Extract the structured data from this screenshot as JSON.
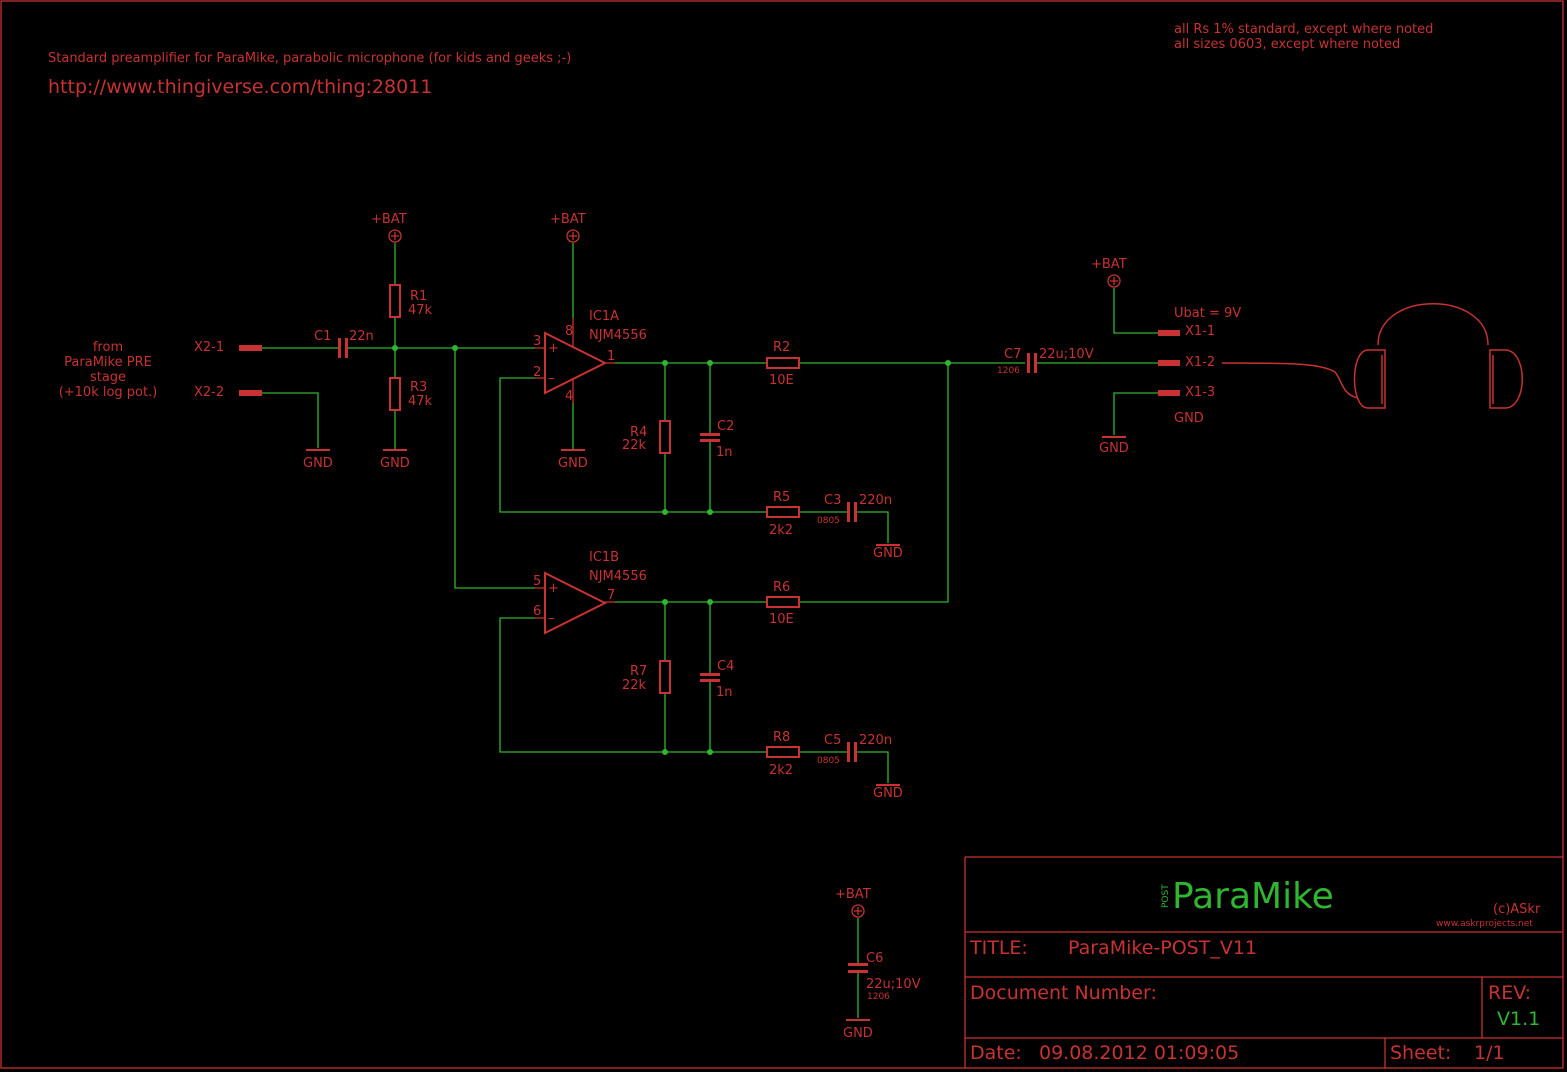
{
  "header": {
    "description": "Standard preamplifier for ParaMike, parabolic microphone (for kids and geeks ;-)",
    "url": "http://www.thingiverse.com/thing:28011",
    "note_rs": "all Rs 1% standard, except where noted",
    "note_sizes": "all sizes 0603, except where noted"
  },
  "input_label": [
    "from",
    "ParaMike PRE",
    "stage",
    "(+10k log pot.)"
  ],
  "connectors": {
    "x2_1": "X2-1",
    "x2_2": "X2-2",
    "x1_1": "X1-1",
    "x1_2": "X1-2",
    "x1_3": "X1-3"
  },
  "nets": {
    "bat": "+BAT",
    "gnd": "GND",
    "ubat": "Ubat = 9V"
  },
  "parts": {
    "c1": {
      "name": "C1",
      "value": "22n"
    },
    "r1": {
      "name": "R1",
      "value": "47k"
    },
    "r3": {
      "name": "R3",
      "value": "47k"
    },
    "ic1a": {
      "name": "IC1A",
      "value": "NJM4556"
    },
    "ic1b": {
      "name": "IC1B",
      "value": "NJM4556"
    },
    "r2": {
      "name": "R2",
      "value": "10E"
    },
    "r4": {
      "name": "R4",
      "value": "22k"
    },
    "c2": {
      "name": "C2",
      "value": "1n"
    },
    "r5": {
      "name": "R5",
      "value": "2k2"
    },
    "c3": {
      "name": "C3",
      "value": "220n",
      "size": "0805"
    },
    "r6": {
      "name": "R6",
      "value": "10E"
    },
    "r7": {
      "name": "R7",
      "value": "22k"
    },
    "c4": {
      "name": "C4",
      "value": "1n"
    },
    "r8": {
      "name": "R8",
      "value": "2k2"
    },
    "c5": {
      "name": "C5",
      "value": "220n",
      "size": "0805"
    },
    "c7": {
      "name": "C7",
      "value": "22u;10V",
      "size": "1206"
    },
    "c6": {
      "name": "C6",
      "value": "22u;10V",
      "size": "1206"
    }
  },
  "pins": {
    "ic1a_in_plus": "3",
    "ic1a_in_minus": "2",
    "ic1a_out": "1",
    "ic1a_vcc": "8",
    "ic1a_gnd": "4",
    "ic1b_in_plus": "5",
    "ic1b_in_minus": "6",
    "ic1b_out": "7"
  },
  "titleblock": {
    "logo_post": "POST",
    "logo_name": "ParaMike",
    "copyright": "(c)ASkr",
    "website": "www.askrprojects.net",
    "title_label": "TITLE:",
    "title_value": "ParaMike-POST_V11",
    "docnum_label": "Document Number:",
    "rev_label": "REV:",
    "rev_value": "V1.1",
    "date_label": "Date:",
    "date_value": "09.08.2012 01:09:05",
    "sheet_label": "Sheet:",
    "sheet_value": "1/1"
  },
  "colors": {
    "background": "#000000",
    "wire": "#2fb52f",
    "symbol": "#c83232"
  },
  "icons": [
    "power-symbol-icon",
    "ground-symbol-icon",
    "headphones-icon"
  ]
}
